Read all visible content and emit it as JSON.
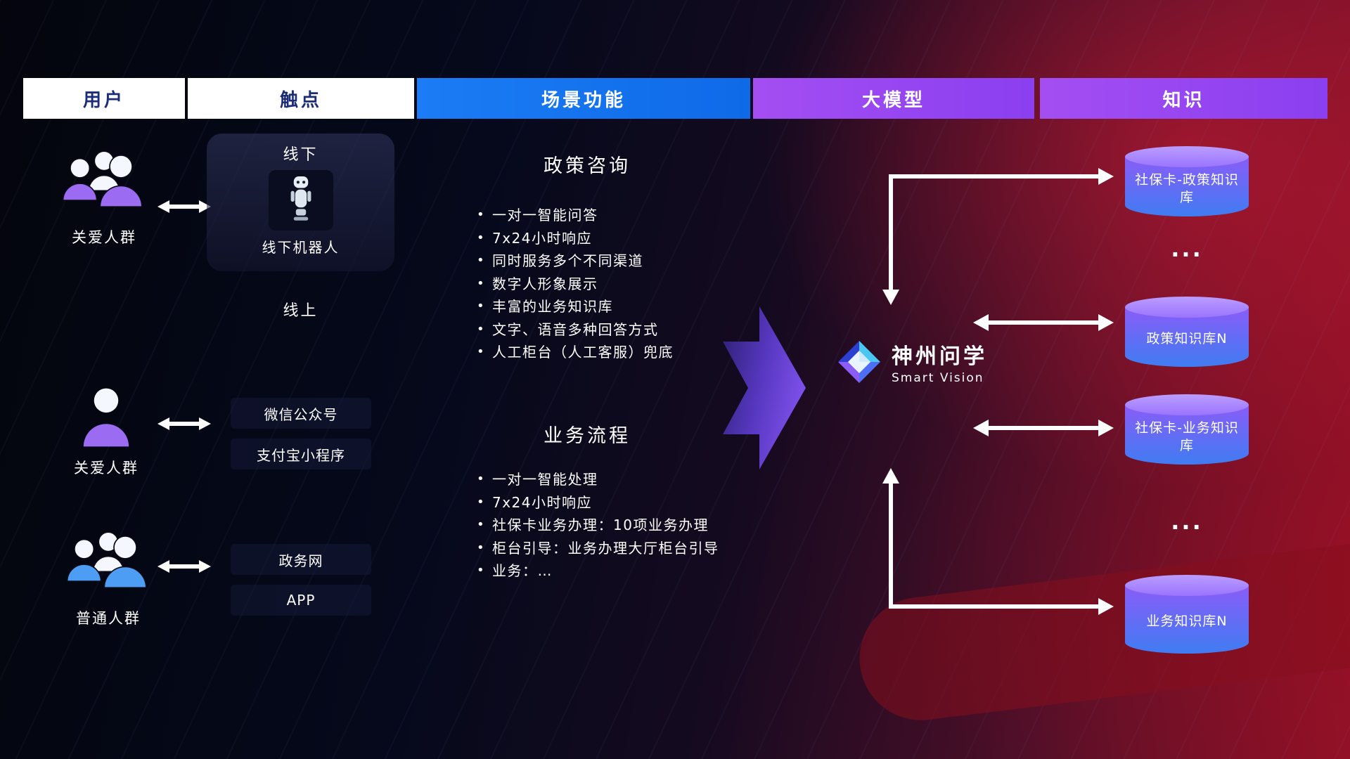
{
  "colors": {
    "header_blue": "#1677f0",
    "header_purple": "#9b4ff0",
    "header_text_dark": "#1b2d77",
    "accent_purple": "#9b6bf2",
    "accent_blue": "#4d9df5",
    "arrow_white": "#ffffff",
    "cylinder_top": "#a98bfb",
    "cylinder_body_top": "#8a5cf7",
    "cylinder_body_bottom": "#3f7cf2"
  },
  "headers": {
    "users": "用户",
    "touchpoints": "触点",
    "scenes": "场景功能",
    "model": "大模型",
    "knowledge": "知识"
  },
  "users": {
    "group1_label": "关爱人群",
    "single_label": "关爱人群",
    "group2_label": "普通人群"
  },
  "touchpoints": {
    "offline_title": "线下",
    "offline_robot_label": "线下机器人",
    "online_title": "线上",
    "channels": [
      "微信公众号",
      "支付宝小程序",
      "政务网",
      "APP"
    ]
  },
  "scenes": {
    "policy": {
      "title": "政策咨询",
      "items": [
        "一对一智能问答",
        "7x24小时响应",
        "同时服务多个不同渠道",
        "数字人形象展示",
        "丰富的业务知识库",
        "文字、语音多种回答方式",
        "人工柜台（人工客服）兜底"
      ]
    },
    "business": {
      "title": "业务流程",
      "items": [
        "一对一智能处理",
        "7x24小时响应",
        "社保卡业务办理：10项业务办理",
        "柜台引导：业务办理大厅柜台引导",
        "业务：…"
      ]
    }
  },
  "model": {
    "name": "神州问学",
    "subtitle": "Smart Vision"
  },
  "knowledge": {
    "db1": "社保卡-政策知识库",
    "ellipsis1": "...",
    "db2": "政策知识库N",
    "db3": "社保卡-业务知识库",
    "ellipsis2": "...",
    "db4": "业务知识库N"
  }
}
